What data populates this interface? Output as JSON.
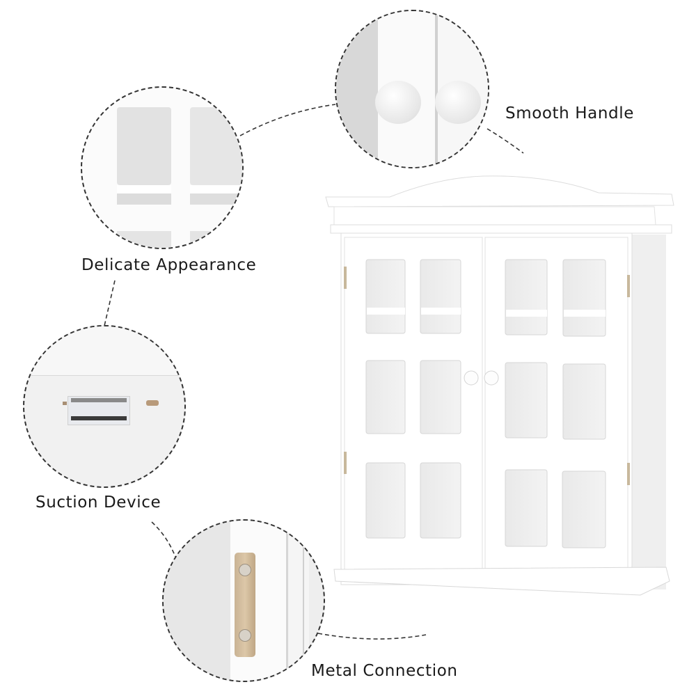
{
  "callouts": [
    {
      "id": "smooth-handle",
      "label": "Smooth Handle"
    },
    {
      "id": "delicate-appearance",
      "label": "Delicate Appearance"
    },
    {
      "id": "suction-device",
      "label": "Suction Device"
    },
    {
      "id": "metal-connection",
      "label": "Metal Connection"
    }
  ],
  "product": {
    "name": "white wall cabinet with two glass-panel doors",
    "color": "#ffffff",
    "door_count": 2,
    "panes_per_door": 6
  }
}
